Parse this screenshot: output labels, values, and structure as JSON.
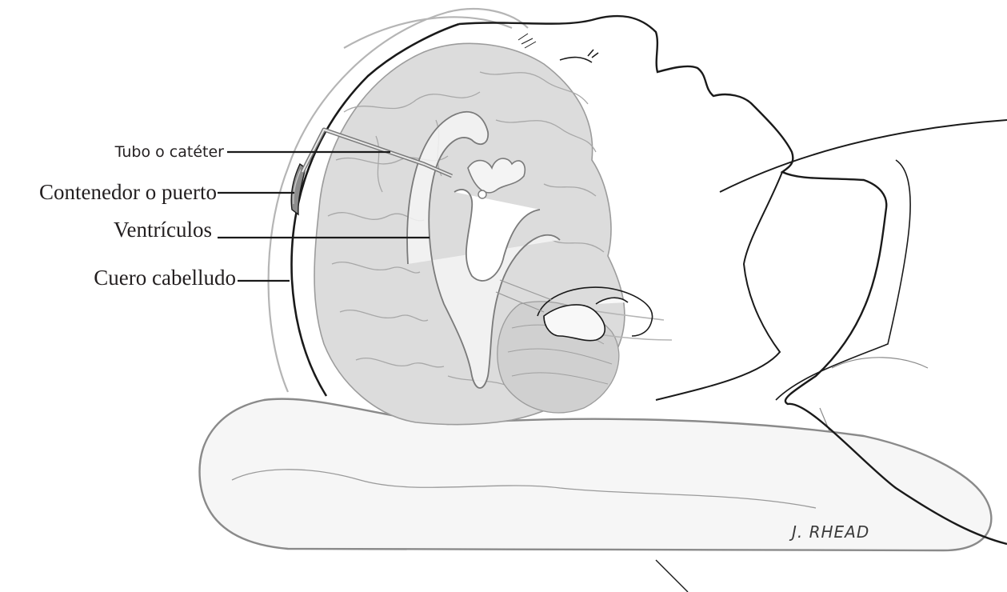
{
  "labels": {
    "tube": "Tubo o catéter",
    "reservoir": "Contenedor o puerto",
    "ventricles": "Ventrículos",
    "scalp": "Cuero cabelludo"
  },
  "signature": "J. RHEAD",
  "colors": {
    "outline": "#1a1a1a",
    "hair": "#b5b5b5",
    "brain_fill": "#dcdcdc",
    "brain_folds": "#a8a8a8",
    "ventricle_fill": "#f4f4f4",
    "pillow_fill": "#f6f6f6",
    "pillow_outline": "#8a8a8a"
  }
}
